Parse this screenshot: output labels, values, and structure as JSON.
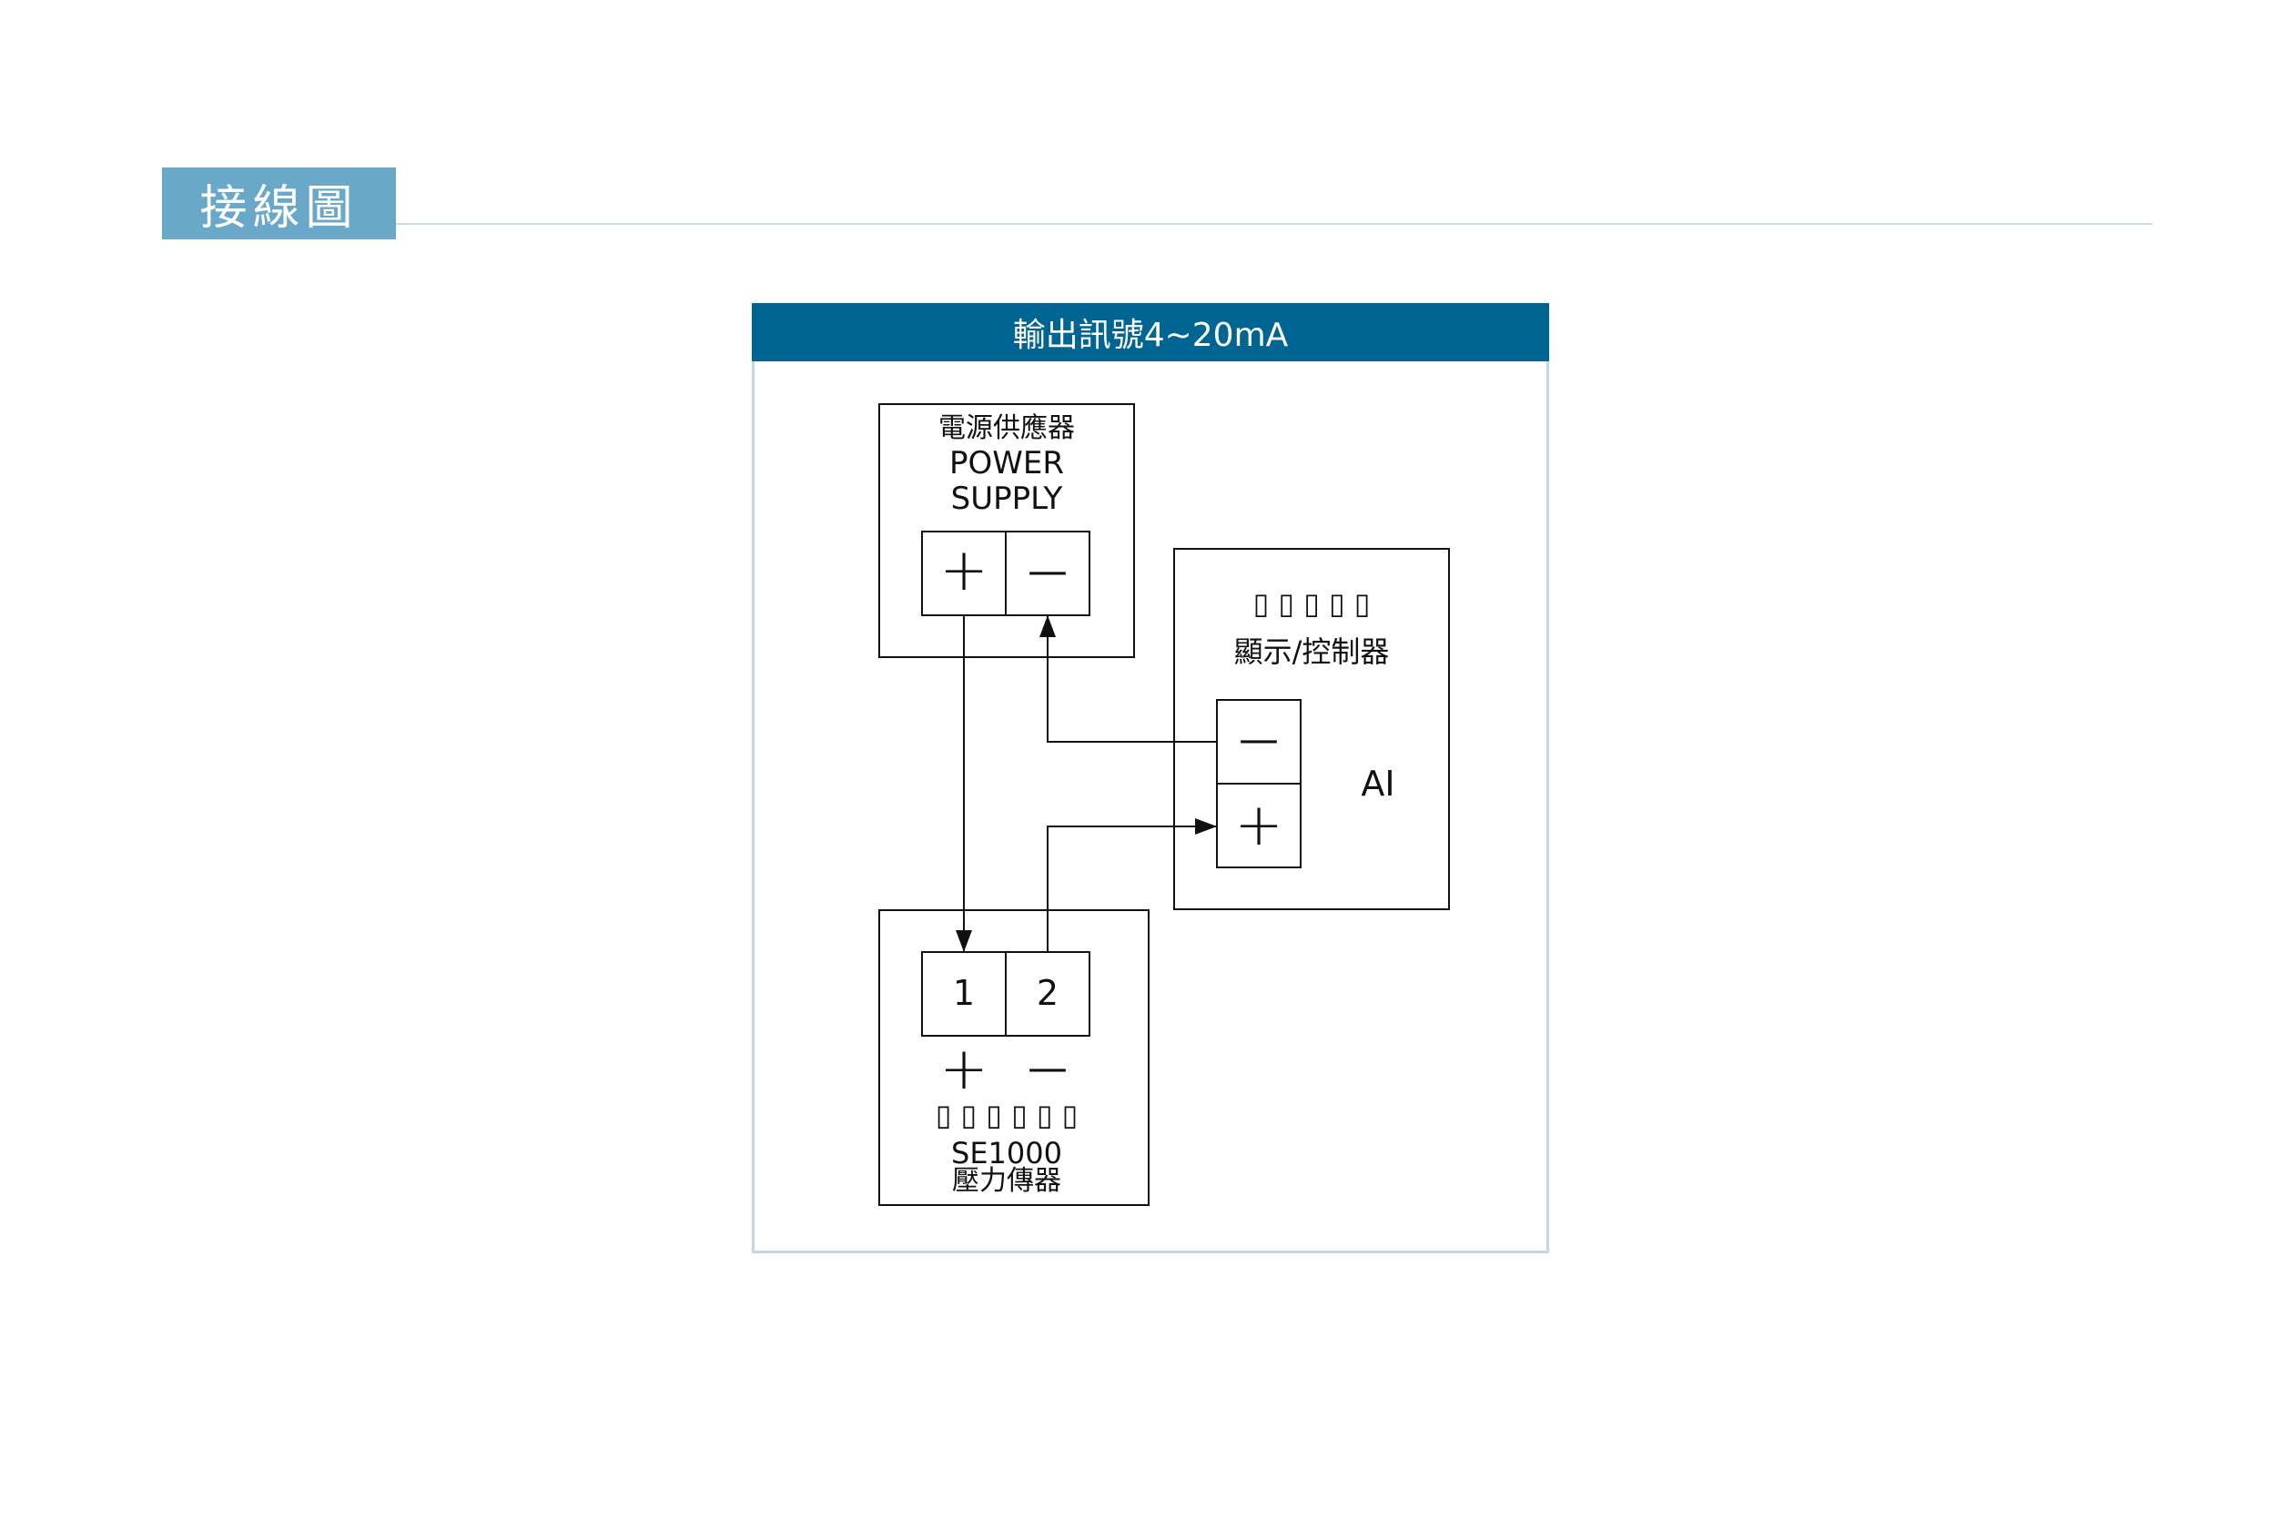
{
  "section": {
    "title": "接線圖"
  },
  "panel": {
    "title": "輸出訊號4~20mA"
  },
  "power_supply": {
    "label_zh": "電源供應器",
    "label_en_1": "POWER",
    "label_en_2": "SUPPLY",
    "positive_symbol": "+",
    "negative_symbol": "—"
  },
  "controller": {
    "model_placeholder": "▯ ▯ ▯ ▯ ▯",
    "label_zh": "顯示/控制器",
    "input_label": "AI",
    "negative_symbol": "—",
    "positive_symbol": "+"
  },
  "sensor": {
    "terminal_1": "1",
    "terminal_2": "2",
    "polarity_1": "+",
    "polarity_2": "—",
    "model_placeholder": "▯ ▯ ▯ ▯ ▯ ▯",
    "model": "SE1000",
    "label_zh": "壓力傳器"
  },
  "colors": {
    "tag_bg": "#6aa8c9",
    "header_bg": "#006593",
    "panel_border": "#c3d7e2",
    "line": "#111111"
  }
}
